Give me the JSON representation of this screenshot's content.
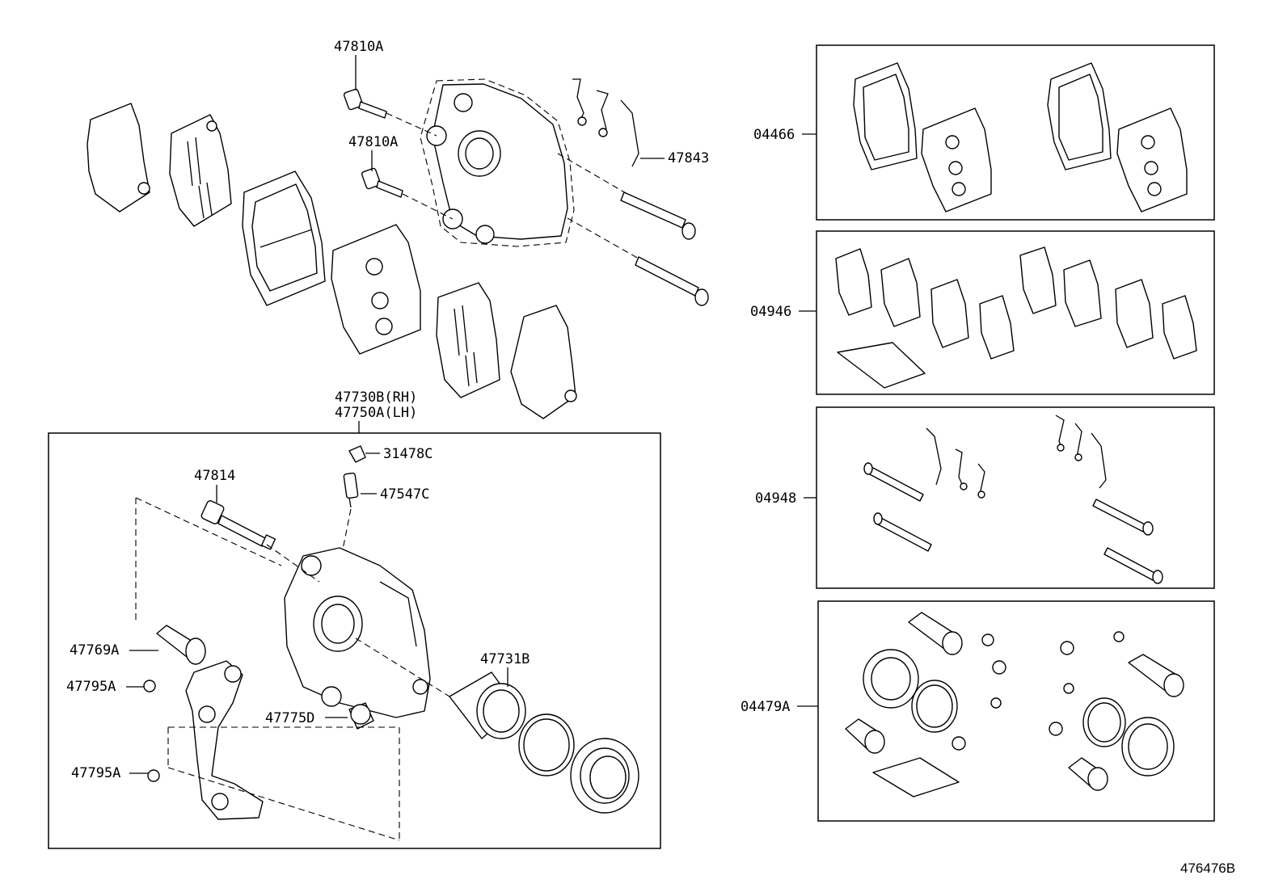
{
  "figure_id": "476476B",
  "labels": {
    "l47810a_top": "47810A",
    "l47810a_mid": "47810A",
    "l47843": "47843",
    "l47730b": "47730B(RH)",
    "l47750a": "47750A(LH)",
    "l31478c": "31478C",
    "l47814": "47814",
    "l47547c": "47547C",
    "l47769a": "47769A",
    "l47795a_1": "47795A",
    "l47795a_2": "47795A",
    "l47775d": "47775D",
    "l47731b": "47731B",
    "l04466": "04466",
    "l04946": "04946",
    "l04948": "04948",
    "l04479a": "04479A"
  }
}
